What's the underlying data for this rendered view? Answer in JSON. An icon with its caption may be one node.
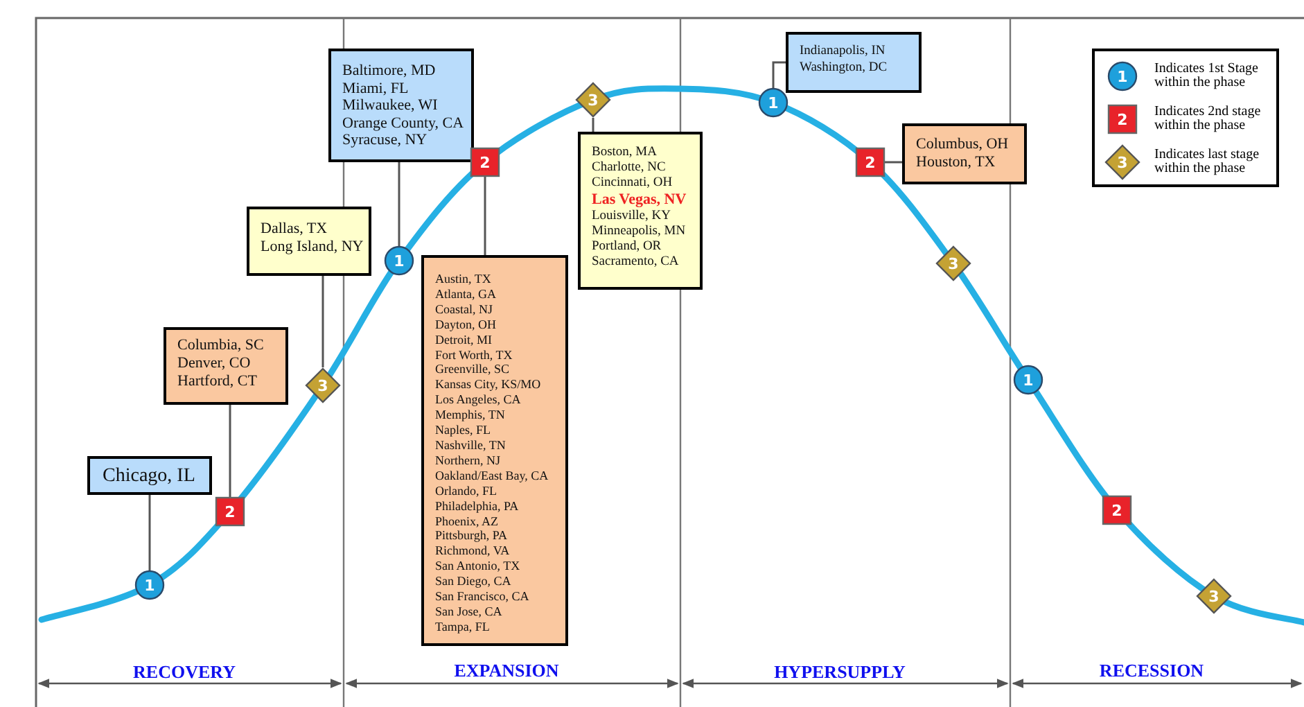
{
  "diagram": {
    "nodes": [
      {
        "text": [
          "Chicago, IL"
        ]
      },
      {
        "text": [
          "1"
        ]
      },
      {
        "text": [
          "Columbia, SC",
          "Denver, CO",
          "Hartford, CT"
        ]
      },
      {
        "text": [
          "2"
        ]
      },
      {
        "text": [
          "Dallas, TX",
          "Long Island, NY"
        ]
      },
      {
        "text": [
          "3"
        ]
      },
      {
        "text": [
          "Baltimore, MD",
          "Miami, FL",
          "Milwaukee, WI",
          "Orange County, CA",
          "Syracuse, NY"
        ]
      },
      {
        "text": [
          "1"
        ]
      },
      {
        "text": [
          "Austin, TX",
          "Atlanta, GA",
          "Coastal, NJ",
          "Dayton, OH",
          "Detroit, MI",
          "Fort Worth, TX",
          "Greenville, SC",
          "Kansas City, KS/MO",
          "Los Angeles, CA",
          "Memphis, TN",
          "Naples, FL",
          "Nashville, TN",
          "Northern, NJ",
          "Oakland/East Bay, CA",
          "Orlando, FL",
          "Philadelphia, PA",
          "Phoenix, AZ",
          "Pittsburgh, PA",
          "Richmond, VA",
          "San Antonio, TX",
          "San Diego, CA",
          "San Francisco, CA",
          "San Jose, CA",
          "Tampa, FL"
        ]
      },
      {
        "text": [
          "2"
        ]
      },
      {
        "text": [
          "Boston, MA",
          "Charlotte, NC",
          "Cincinnati, OH",
          "Las Vegas, NV",
          "Louisville, KY",
          "Minneapolis, MN",
          "Portland, OR",
          "Sacramento, CA"
        ]
      },
      {
        "text": [
          "3"
        ]
      },
      {
        "text": [
          "Indianapolis, IN",
          "Washington, DC"
        ]
      },
      {
        "text": [
          "1"
        ]
      },
      {
        "text": [
          "Columbus, OH",
          "Houston, TX"
        ]
      },
      {
        "text": [
          "2"
        ]
      },
      {
        "text": [
          "3"
        ]
      },
      {
        "text": [
          "1"
        ]
      },
      {
        "text": [
          "2"
        ]
      },
      {
        "text": [
          "3"
        ]
      }
    ],
    "edges": [
      {
        "from": 0,
        "to": 1,
        "arrow": "none"
      },
      {
        "from": 2,
        "to": 3,
        "arrow": "none"
      },
      {
        "from": 4,
        "to": 5,
        "arrow": "none"
      },
      {
        "from": 6,
        "to": 7,
        "arrow": "none"
      },
      {
        "from": 8,
        "to": 9,
        "arrow": "none"
      },
      {
        "from": 10,
        "to": 11,
        "arrow": "none"
      },
      {
        "from": 12,
        "to": 13,
        "arrow": "none"
      },
      {
        "from": 14,
        "to": 15,
        "arrow": "none"
      }
    ],
    "labels": [
      "RECOVERY",
      "EXPANSION",
      "HYPERSUPPLY",
      "RECESSION",
      "1",
      "2",
      "3"
    ],
    "legend": [
      {
        "text": "Indicates 1st Stage within the phase"
      },
      {
        "text": "Indicates 2nd stage within the phase"
      },
      {
        "text": "Indicates last stage within the phase"
      }
    ]
  }
}
